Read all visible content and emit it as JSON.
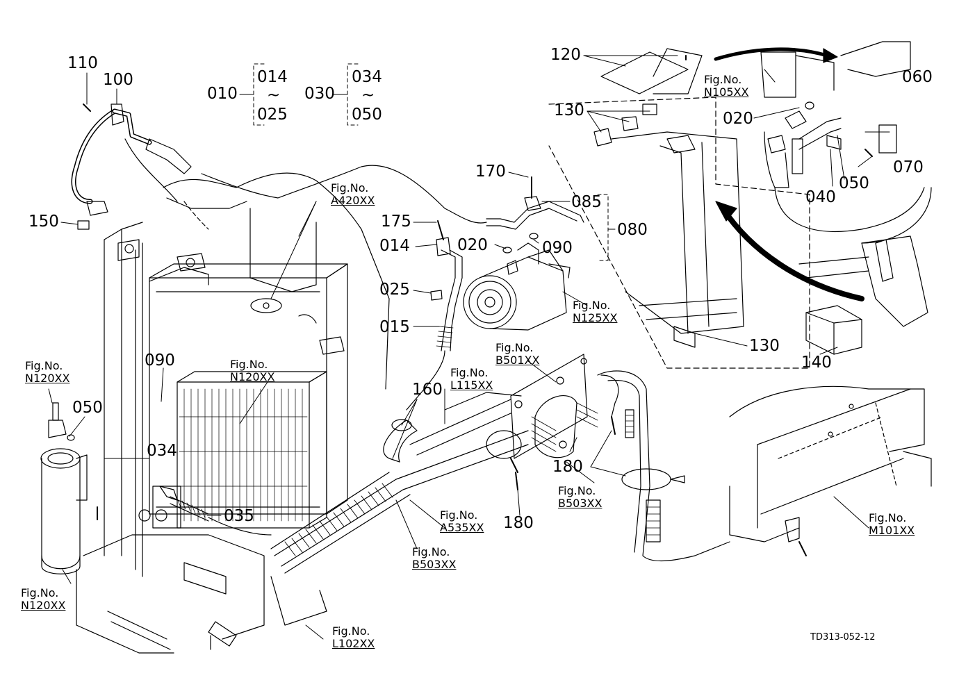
{
  "colors": {
    "line": "#000000",
    "background": "#ffffff"
  },
  "ref_caption": "Fig.No.",
  "part_labels": {
    "p110": "110",
    "p100": "100",
    "p150": "150",
    "p010": "010",
    "p014a": "014",
    "p025a": "025",
    "tilde1": "~",
    "p030": "030",
    "p034a": "034",
    "p050a": "050",
    "tilde2": "~",
    "p120": "120",
    "p130a": "130",
    "p130b": "130",
    "p140": "140",
    "p020a": "020",
    "p060": "060",
    "p070": "070",
    "p050b": "050",
    "p040": "040",
    "p170": "170",
    "p085": "085",
    "p080": "080",
    "p090a": "090",
    "p175": "175",
    "p014b": "014",
    "p020b": "020",
    "p025b": "025",
    "p015": "015",
    "p160": "160",
    "p180a": "180",
    "p180b": "180",
    "p090b": "090",
    "p050c": "050",
    "p034b": "034",
    "p035": "035"
  },
  "fig_refs": {
    "r1": "A420XX",
    "r2": "N105XX",
    "r3": "N125XX",
    "r4": "B501XX",
    "r5": "L115XX",
    "r6": "N120XX",
    "r7": "N120XX",
    "r8": "B503XX",
    "r9": "A535XX",
    "r10": "B503XX",
    "r11": "M101XX",
    "r12": "N120XX",
    "r13": "L102XX"
  },
  "document_id": "TD313-052-12"
}
